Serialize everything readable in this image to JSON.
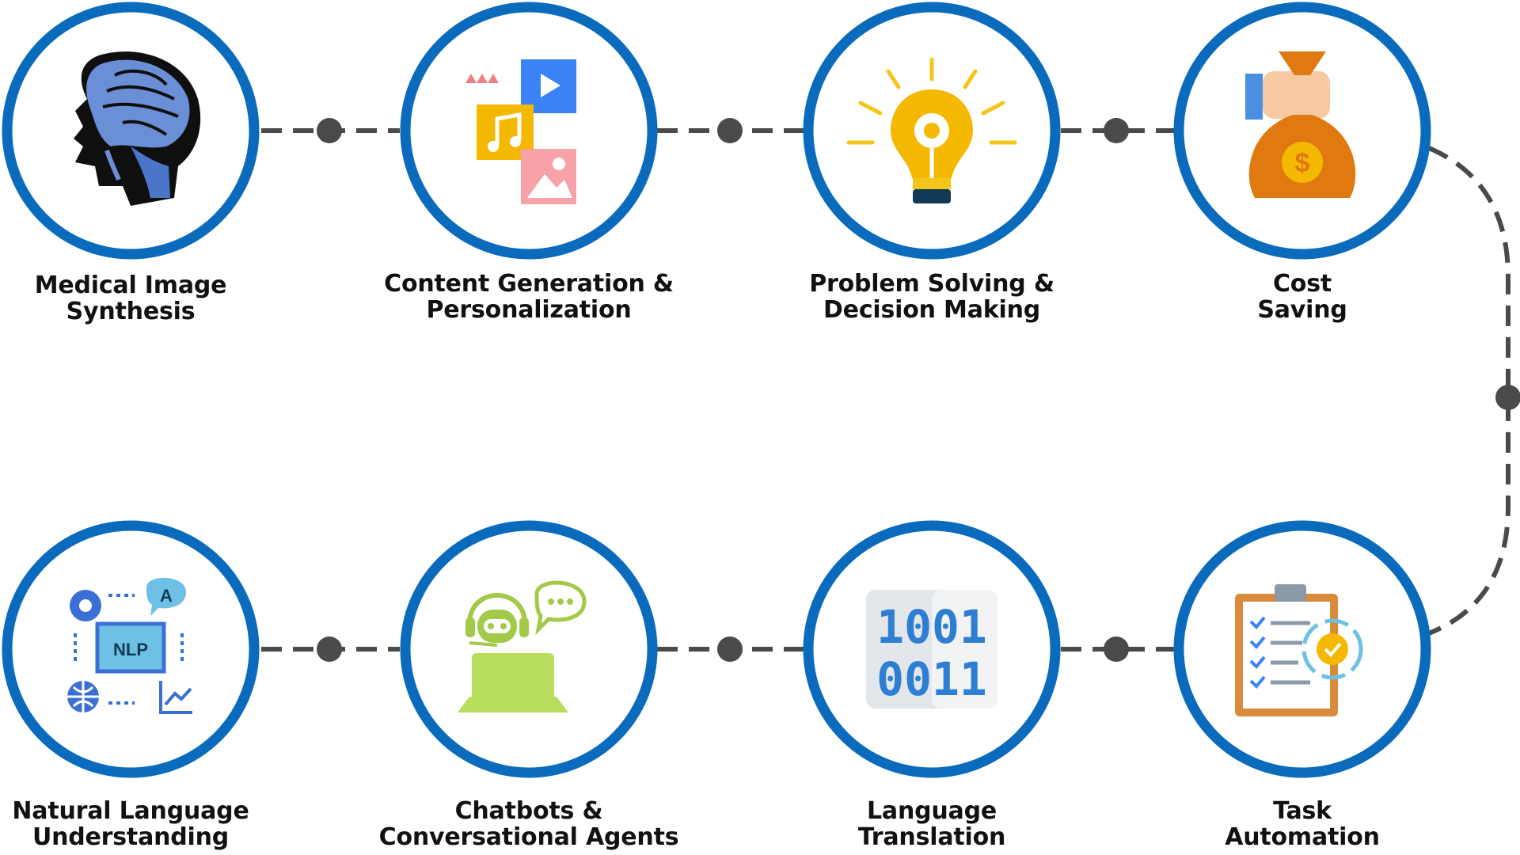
{
  "colors": {
    "ring": "#0a6bbd",
    "connector": "#4a4a4a"
  },
  "steps": [
    {
      "icon": "brain-scan-icon",
      "line1": "Medical Image",
      "line2": "Synthesis"
    },
    {
      "icon": "media-content-icon",
      "line1": "Content Generation &",
      "line2": "Personalization"
    },
    {
      "icon": "lightbulb-gear-icon",
      "line1": "Problem Solving &",
      "line2": "Decision Making"
    },
    {
      "icon": "money-bag-icon",
      "line1": "Cost",
      "line2": "Saving"
    },
    {
      "icon": "clipboard-gear-icon",
      "line1": "Task",
      "line2": "Automation"
    },
    {
      "icon": "binary-code-icon",
      "line1": "Language",
      "line2": "Translation"
    },
    {
      "icon": "chatbot-icon",
      "line1": "Chatbots &",
      "line2": "Conversational Agents"
    },
    {
      "icon": "nlp-chip-icon",
      "line1": "Natural Language",
      "line2": "Understanding"
    }
  ],
  "icon_text": {
    "nlp": "NLP",
    "a": "A",
    "dollar": "$",
    "binary_top": "1001",
    "binary_bottom": "0011"
  }
}
